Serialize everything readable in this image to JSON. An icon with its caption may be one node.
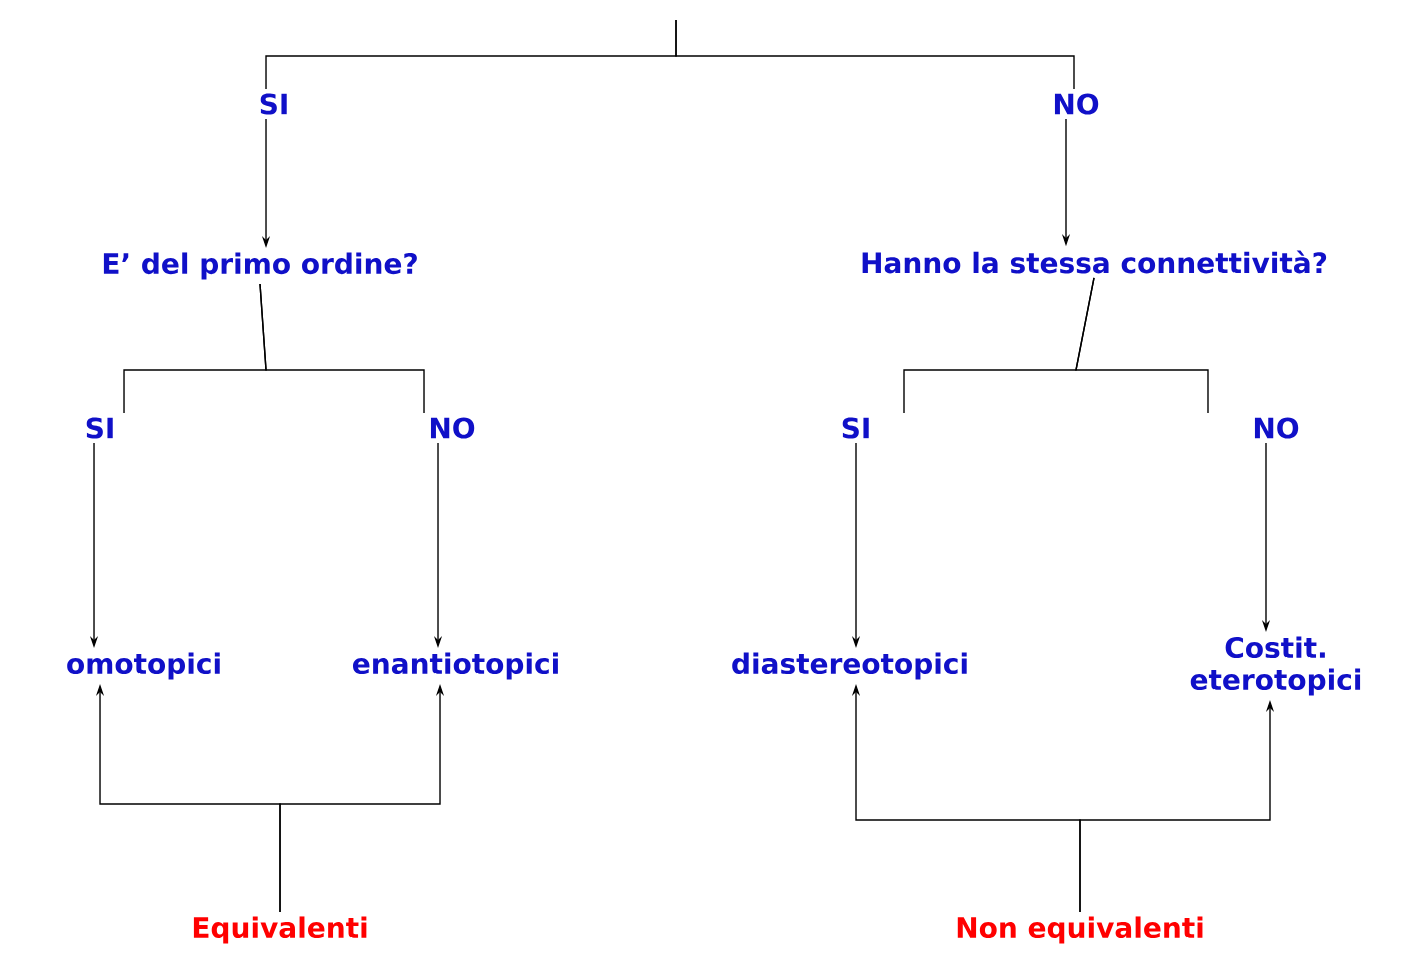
{
  "diagram": {
    "nodes": [
      {
        "text": [
          "SI"
        ]
      },
      {
        "text": [
          "NO"
        ]
      },
      {
        "text": [
          "E’ del primo ordine?"
        ]
      },
      {
        "text": [
          "Hanno la stessa connettività?"
        ]
      },
      {
        "text": [
          "SI"
        ]
      },
      {
        "text": [
          "NO"
        ]
      },
      {
        "text": [
          "SI"
        ]
      },
      {
        "text": [
          "NO"
        ]
      },
      {
        "text": [
          "omotopici"
        ]
      },
      {
        "text": [
          "enantiotopici"
        ]
      },
      {
        "text": [
          "diastereotopici"
        ]
      },
      {
        "text": [
          "Costit. eterotopici"
        ]
      },
      {
        "text": [
          "Equivalenti"
        ]
      },
      {
        "text": [
          "Non equivalenti"
        ]
      }
    ],
    "edges": [
      {
        "from": null,
        "to": 0,
        "arrow": "none"
      },
      {
        "from": null,
        "to": 1,
        "arrow": "none"
      },
      {
        "from": 0,
        "to": 2,
        "arrow": "to"
      },
      {
        "from": 1,
        "to": 3,
        "arrow": "to"
      },
      {
        "from": 2,
        "to": 4,
        "arrow": "none"
      },
      {
        "from": 2,
        "to": 5,
        "arrow": "none"
      },
      {
        "from": 3,
        "to": 6,
        "arrow": "none"
      },
      {
        "from": 3,
        "to": 7,
        "arrow": "none"
      },
      {
        "from": 4,
        "to": 8,
        "arrow": "to"
      },
      {
        "from": 5,
        "to": 9,
        "arrow": "to"
      },
      {
        "from": 6,
        "to": 10,
        "arrow": "to"
      },
      {
        "from": 7,
        "to": 11,
        "arrow": "to"
      },
      {
        "from": 12,
        "to": 8,
        "arrow": "to"
      },
      {
        "from": 12,
        "to": 9,
        "arrow": "to"
      },
      {
        "from": 13,
        "to": 10,
        "arrow": "to"
      },
      {
        "from": 13,
        "to": 11,
        "arrow": "to"
      }
    ]
  }
}
